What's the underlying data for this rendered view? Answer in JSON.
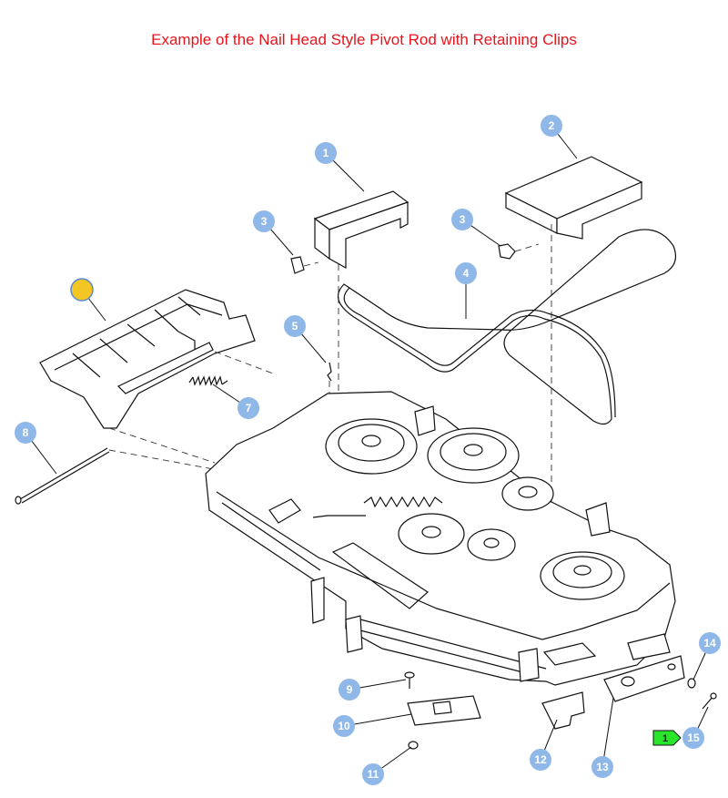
{
  "title": "Example of the Nail Head Style Pivot Rod with Retaining Clips",
  "colors": {
    "title": "#e8141c",
    "callout": "#8fb8e8",
    "marker": "#f3c623",
    "tag": "#29e62b"
  },
  "callouts": [
    {
      "id": "c1",
      "label": "1"
    },
    {
      "id": "c2",
      "label": "2"
    },
    {
      "id": "c3a",
      "label": "3"
    },
    {
      "id": "c3b",
      "label": "3"
    },
    {
      "id": "c4",
      "label": "4"
    },
    {
      "id": "c5",
      "label": "5"
    },
    {
      "id": "c7",
      "label": "7"
    },
    {
      "id": "c8",
      "label": "8"
    },
    {
      "id": "c9",
      "label": "9"
    },
    {
      "id": "c10",
      "label": "10"
    },
    {
      "id": "c11",
      "label": "11"
    },
    {
      "id": "c12",
      "label": "12"
    },
    {
      "id": "c13",
      "label": "13"
    },
    {
      "id": "c14",
      "label": "14"
    },
    {
      "id": "c15",
      "label": "15"
    }
  ],
  "tag": {
    "label": "1"
  }
}
